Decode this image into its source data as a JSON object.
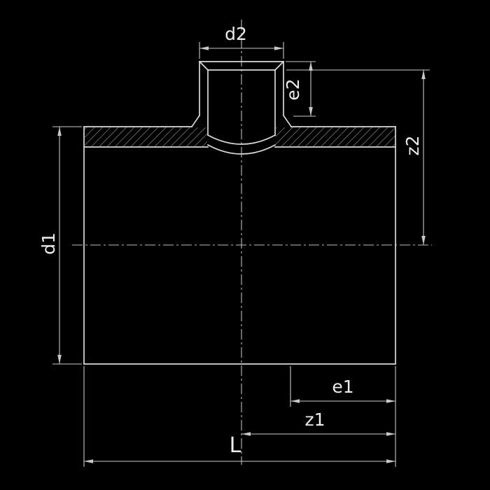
{
  "drawing": {
    "labels": {
      "d2": "d2",
      "e2": "e2",
      "z2": "z2",
      "d1": "d1",
      "e1": "e1",
      "z1": "z1",
      "L": "L"
    },
    "colors": {
      "background": "#000000",
      "line": "#dadada",
      "dimline": "#c8c8c8",
      "centerline": "#bdbdbd",
      "hatch": "#a0a0a0",
      "text": "#ececec"
    }
  }
}
